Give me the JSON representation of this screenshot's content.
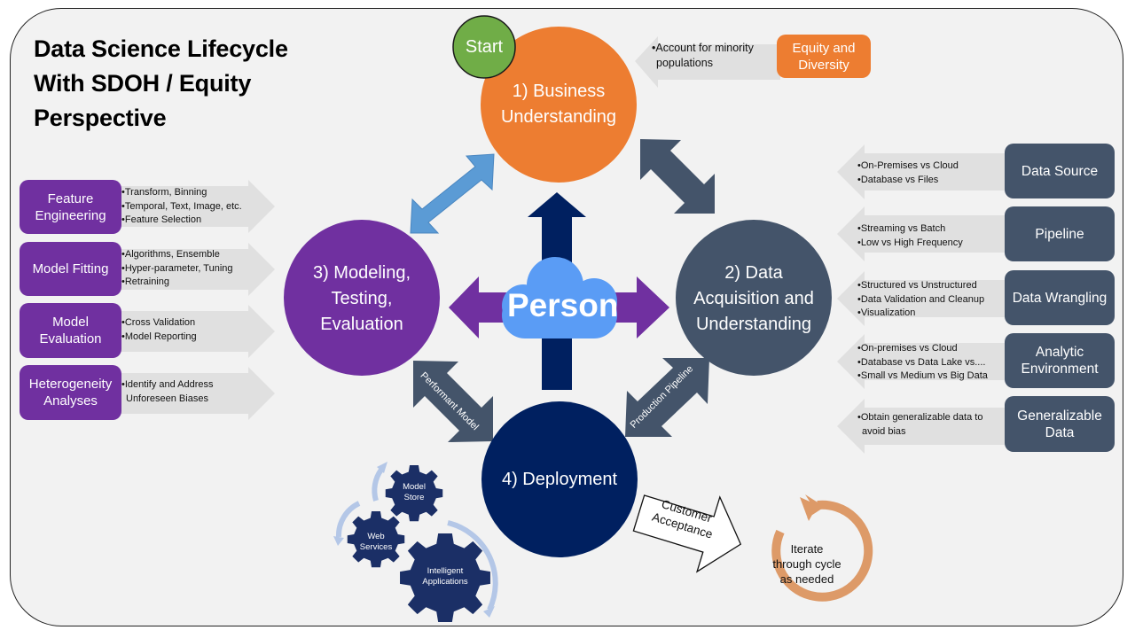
{
  "title": {
    "lines": [
      "Data Science Lifecycle",
      "With SDOH / Equity",
      "Perspective"
    ]
  },
  "colors": {
    "background": "#f2f2f2",
    "business": "#ed7d31",
    "start": "#70ad47",
    "modeling": "#7030a0",
    "data_acquisition": "#44546a",
    "deployment": "#002060",
    "cloud": "#4f8ef5",
    "light_arrow": "#5b9bd5",
    "iterate": "#dd9a68"
  },
  "start_badge": {
    "label": "Start"
  },
  "stages": {
    "business": {
      "line1": "1) Business",
      "line2": "Understanding"
    },
    "data": {
      "line1": "2) Data",
      "line2": "Acquisition and",
      "line3": "Understanding"
    },
    "modeling": {
      "line1": "3) Modeling,",
      "line2": "Testing,",
      "line3": "Evaluation"
    },
    "deployment": {
      "line1": "4) Deployment"
    }
  },
  "center": {
    "label": "Person"
  },
  "connectors": {
    "performant_model": "Performant Model",
    "production_pipeline": "Production Pipeline"
  },
  "equity": {
    "box_line1": "Equity and",
    "box_line2": "Diversity",
    "bullet_line1": "•Account for minority",
    "bullet_line2": "populations"
  },
  "left_boxes": [
    {
      "line1": "Feature",
      "line2": "Engineering",
      "bullets": [
        "•Transform, Binning",
        "•Temporal, Text, Image, etc.",
        "•Feature Selection"
      ]
    },
    {
      "line1": "Model Fitting",
      "line2": "",
      "bullets": [
        "•Algorithms, Ensemble",
        "•Hyper-parameter, Tuning",
        "•Retraining"
      ]
    },
    {
      "line1": "Model",
      "line2": "Evaluation",
      "bullets": [
        "•Cross Validation",
        "•Model Reporting"
      ]
    },
    {
      "line1": "Heterogeneity",
      "line2": "Analyses",
      "bullets": [
        "•Identify and Address",
        "Unforeseen Biases"
      ]
    }
  ],
  "right_boxes": [
    {
      "line1": "Data Source",
      "line2": "",
      "bullets": [
        "•On-Premises vs Cloud",
        "•Database vs Files"
      ]
    },
    {
      "line1": "Pipeline",
      "line2": "",
      "bullets": [
        "•Streaming vs Batch",
        "•Low vs High Frequency"
      ]
    },
    {
      "line1": "Data Wrangling",
      "line2": "",
      "bullets": [
        "•Structured vs Unstructured",
        "•Data Validation and Cleanup",
        "•Visualization"
      ]
    },
    {
      "line1": "Analytic",
      "line2": "Environment",
      "bullets": [
        "•On-premises vs Cloud",
        "•Database vs Data Lake vs....",
        "•Small vs Medium vs Big Data"
      ]
    },
    {
      "line1": "Generalizable",
      "line2": "Data",
      "bullets": [
        "•Obtain generalizable data to",
        "avoid bias"
      ]
    }
  ],
  "gears": {
    "model_store": {
      "line1": "Model",
      "line2": "Store"
    },
    "web_services": {
      "line1": "Web",
      "line2": "Services"
    },
    "intelligent_apps": {
      "line1": "Intelligent",
      "line2": "Applications"
    }
  },
  "customer_acceptance": {
    "line1": "Customer",
    "line2": "Acceptance"
  },
  "iterate": {
    "line1": "Iterate",
    "line2": "through cycle",
    "line3": "as needed"
  }
}
